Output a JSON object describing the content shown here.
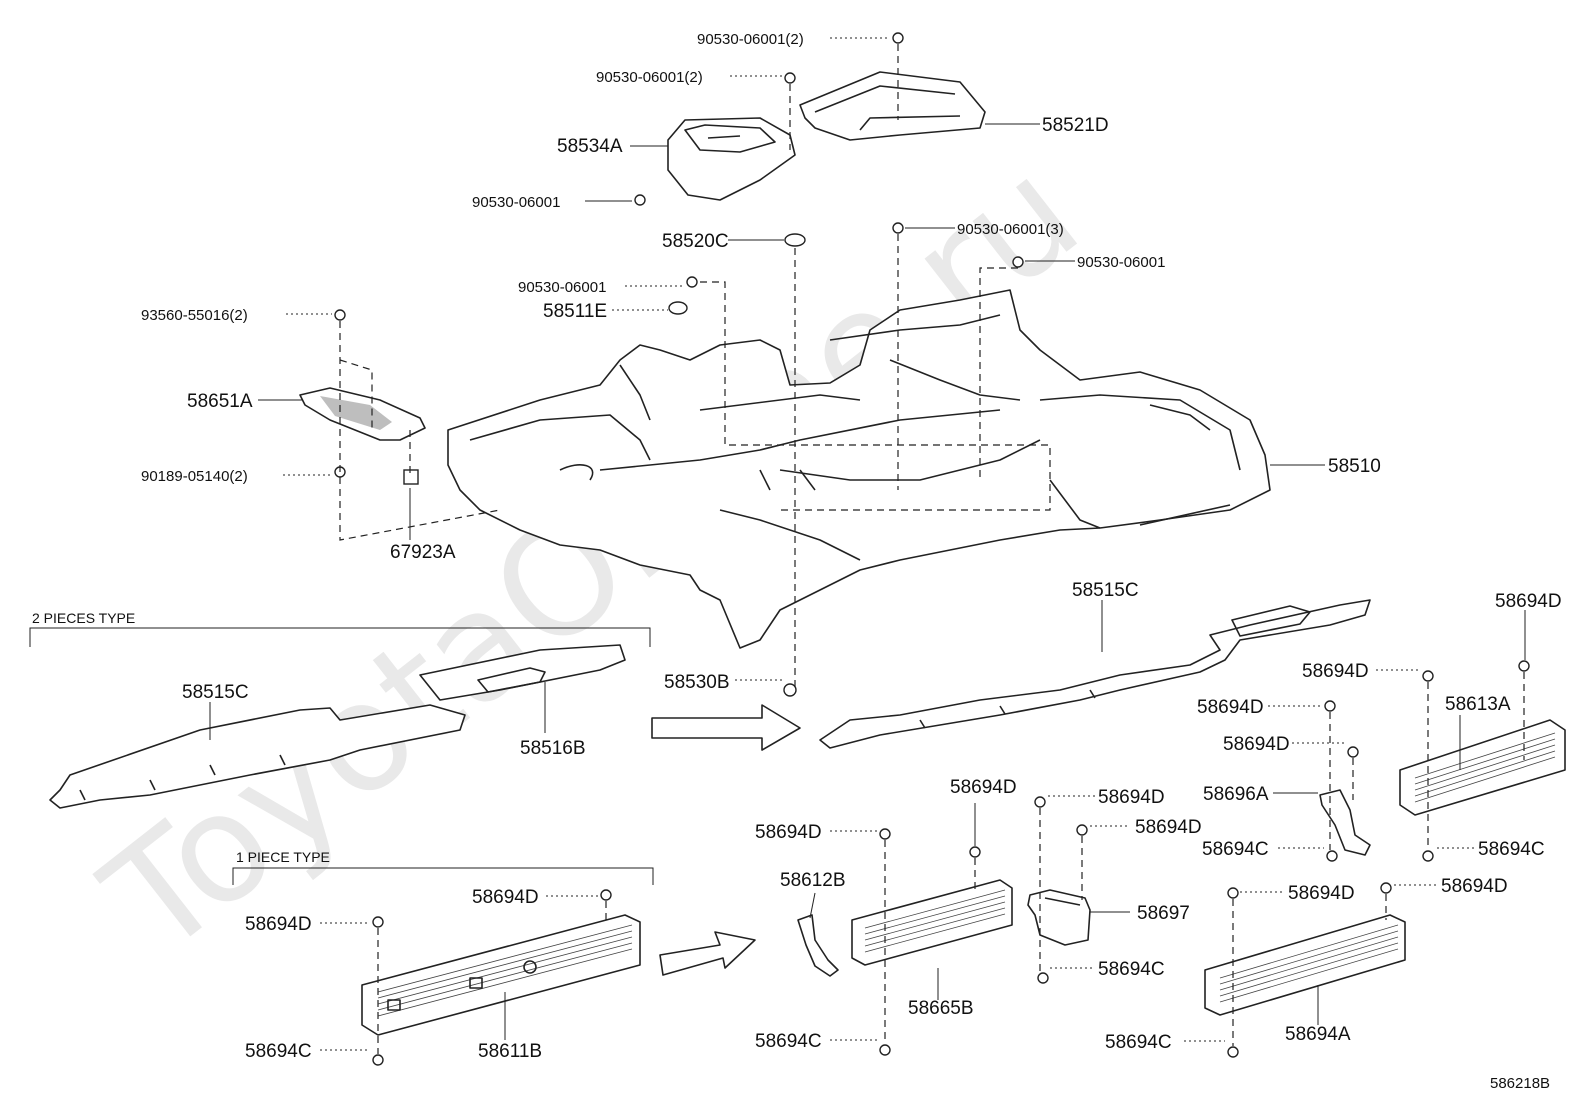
{
  "diagram": {
    "watermark": "ToyotaOnline.ru",
    "figure_code": "586218B",
    "type_groups": {
      "two_pieces": "2 PIECES TYPE",
      "one_piece": "1 PIECE TYPE"
    },
    "labels": {
      "p_90530_06001_2a": "90530-06001(2)",
      "p_90530_06001_2b": "90530-06001(2)",
      "p_58521D": "58521D",
      "p_58534A": "58534A",
      "p_90530_06001_a": "90530-06001",
      "p_58520C": "58520C",
      "p_90530_06001_3": "90530-06001(3)",
      "p_90530_06001_b": "90530-06001",
      "p_90530_06001_c": "90530-06001",
      "p_58511E": "58511E",
      "p_93560_55016_2": "93560-55016(2)",
      "p_58651A": "58651A",
      "p_90189_05140_2": "90189-05140(2)",
      "p_67923A": "67923A",
      "p_58510": "58510",
      "p_58515C_a": "58515C",
      "p_58515C_b": "58515C",
      "p_58516B": "58516B",
      "p_58530B": "58530B",
      "p_58694D_1": "58694D",
      "p_58694D_2": "58694D",
      "p_58694D_3": "58694D",
      "p_58694D_4": "58694D",
      "p_58613A": "58613A",
      "p_58696A": "58696A",
      "p_58694C_1": "58694C",
      "p_58694C_2": "58694C",
      "p_58694D_5": "58694D",
      "p_58694D_6": "58694D",
      "p_58694D_7": "58694D",
      "p_58612B": "58612B",
      "p_58697": "58697",
      "p_58694D_8": "58694D",
      "p_58694D_9": "58694D",
      "p_58694C_3": "58694C",
      "p_58665B": "58665B",
      "p_58694C_4": "58694C",
      "p_58694A": "58694A",
      "p_58694C_5": "58694C",
      "p_58694D_10": "58694D",
      "p_58694D_11": "58694D",
      "p_58611B": "58611B",
      "p_58694C_6": "58694C"
    }
  }
}
